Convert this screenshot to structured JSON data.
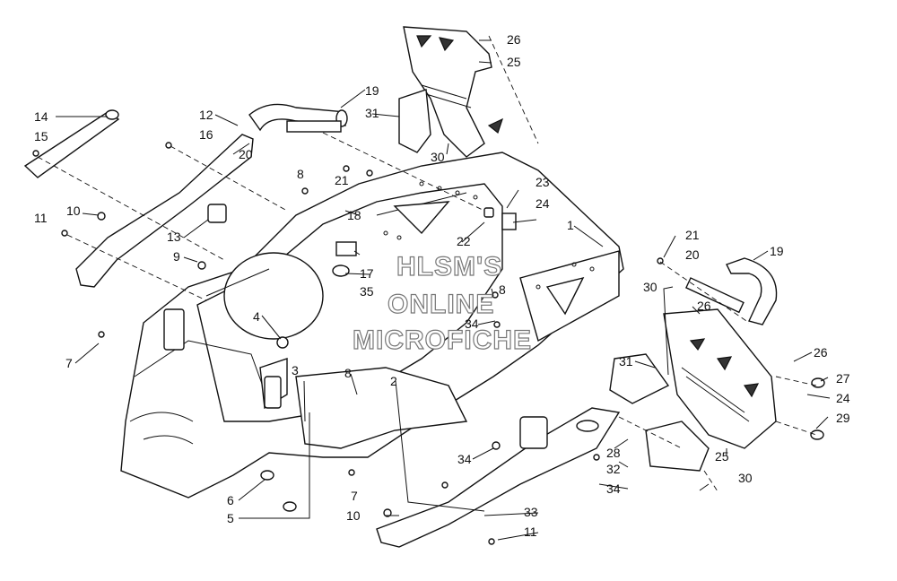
{
  "watermark": {
    "line1": "HLSM'S",
    "line2": "ONLINE",
    "line3": "MICROFICHE"
  },
  "callouts": {
    "n1": "1",
    "n2": "2",
    "n3": "3",
    "n4": "4",
    "n5": "5",
    "n6": "6",
    "n7a": "7",
    "n7b": "7",
    "n8a": "8",
    "n8b": "8",
    "n8c": "8",
    "n9": "9",
    "n10a": "10",
    "n10b": "10",
    "n11a": "11",
    "n11b": "11",
    "n12": "12",
    "n13": "13",
    "n14": "14",
    "n15": "15",
    "n16": "16",
    "n17": "17",
    "n18": "18",
    "n19a": "19",
    "n19b": "19",
    "n20a": "20",
    "n20b": "20",
    "n21a": "21",
    "n21b": "21",
    "n22": "22",
    "n23": "23",
    "n24a": "24",
    "n24b": "24",
    "n25a": "25",
    "n25b": "25",
    "n26a": "26",
    "n26b": "26",
    "n26c": "26",
    "n27": "27",
    "n28": "28",
    "n29": "29",
    "n30a": "30",
    "n30b": "30",
    "n30c": "30",
    "n31a": "31",
    "n31b": "31",
    "n32": "32",
    "n33": "33",
    "n34a": "34",
    "n34b": "34",
    "n34c": "34",
    "n35": "35"
  }
}
